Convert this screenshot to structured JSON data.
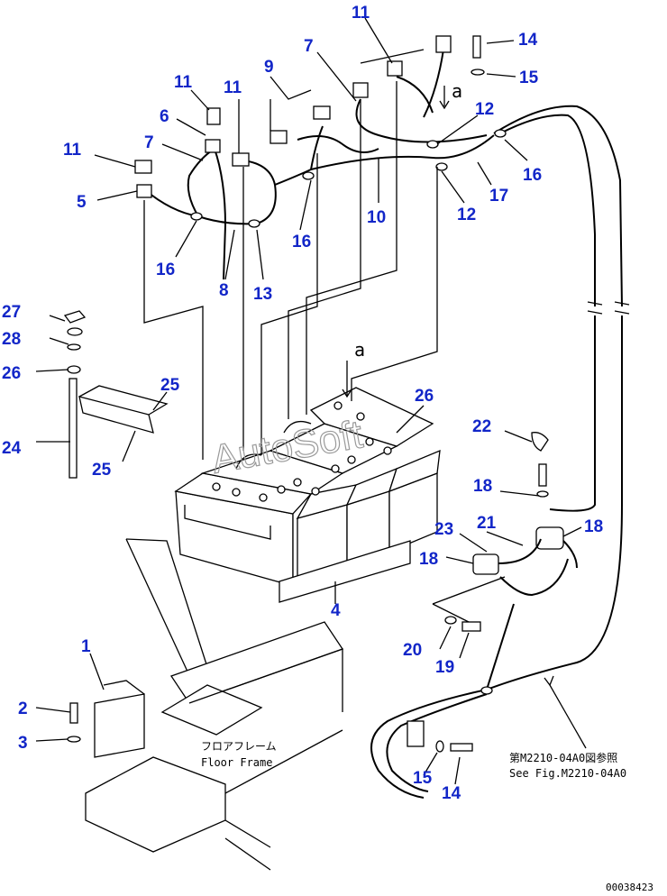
{
  "callouts": [
    {
      "id": "c1",
      "text": "1"
    },
    {
      "id": "c2",
      "text": "2"
    },
    {
      "id": "c3",
      "text": "3"
    },
    {
      "id": "c4",
      "text": "4"
    },
    {
      "id": "c5",
      "text": "5"
    },
    {
      "id": "c6",
      "text": "6"
    },
    {
      "id": "c7a",
      "text": "7"
    },
    {
      "id": "c7b",
      "text": "7"
    },
    {
      "id": "c8",
      "text": "8"
    },
    {
      "id": "c9",
      "text": "9"
    },
    {
      "id": "c10",
      "text": "10"
    },
    {
      "id": "c11a",
      "text": "11"
    },
    {
      "id": "c11b",
      "text": "11"
    },
    {
      "id": "c11c",
      "text": "11"
    },
    {
      "id": "c11d",
      "text": "11"
    },
    {
      "id": "c12a",
      "text": "12"
    },
    {
      "id": "c12b",
      "text": "12"
    },
    {
      "id": "c13",
      "text": "13"
    },
    {
      "id": "c14a",
      "text": "14"
    },
    {
      "id": "c14b",
      "text": "14"
    },
    {
      "id": "c15a",
      "text": "15"
    },
    {
      "id": "c15b",
      "text": "15"
    },
    {
      "id": "c16a",
      "text": "16"
    },
    {
      "id": "c16b",
      "text": "16"
    },
    {
      "id": "c16c",
      "text": "16"
    },
    {
      "id": "c17",
      "text": "17"
    },
    {
      "id": "c18a",
      "text": "18"
    },
    {
      "id": "c18b",
      "text": "18"
    },
    {
      "id": "c18c",
      "text": "18"
    },
    {
      "id": "c19",
      "text": "19"
    },
    {
      "id": "c20",
      "text": "20"
    },
    {
      "id": "c21",
      "text": "21"
    },
    {
      "id": "c22",
      "text": "22"
    },
    {
      "id": "c23",
      "text": "23"
    },
    {
      "id": "c24",
      "text": "24"
    },
    {
      "id": "c25a",
      "text": "25"
    },
    {
      "id": "c25b",
      "text": "25"
    },
    {
      "id": "c26a",
      "text": "26"
    },
    {
      "id": "c26b",
      "text": "26"
    },
    {
      "id": "c27",
      "text": "27"
    },
    {
      "id": "c28",
      "text": "28"
    }
  ],
  "view_marks": {
    "top": "a",
    "battery": "a"
  },
  "floor_frame_label": {
    "jp": "フロアフレーム",
    "en": "Floor Frame"
  },
  "reference_note": {
    "jp": "第M2210-04A0図参照",
    "en": "See Fig.M2210-04A0"
  },
  "watermark": "AutoSoft",
  "figure_number": "00038423"
}
